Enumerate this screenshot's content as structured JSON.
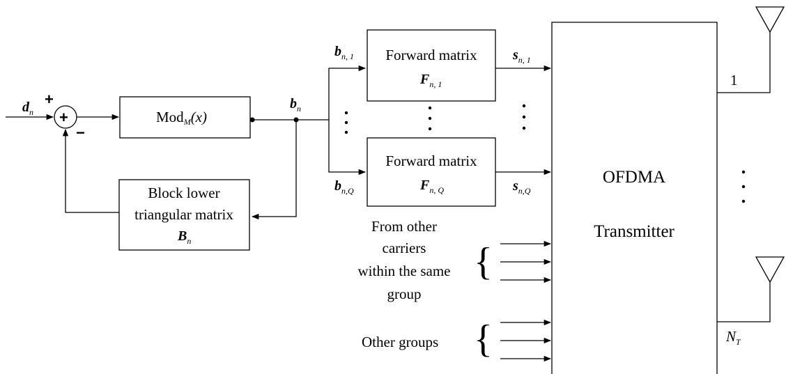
{
  "blocks": {
    "mod": "Mod",
    "mod_sub": "M",
    "mod_arg": "(x)",
    "feedback_line1": "Block lower",
    "feedback_line2": "triangular matrix",
    "feedback_sym": "B",
    "feedback_sub": "n",
    "forward1_title": "Forward matrix",
    "forward1_sym": "F",
    "forward1_sub": "n, 1",
    "forwardQ_title": "Forward matrix",
    "forwardQ_sym": "F",
    "forwardQ_sub": "n, Q",
    "ofdma_line1": "OFDMA",
    "ofdma_line2": "Transmitter"
  },
  "signals": {
    "d": "d",
    "d_sub": "n",
    "plus_top": "+",
    "sum_plus": "+",
    "sum_minus": "−",
    "b": "b",
    "b_sub": "n",
    "b1": "b",
    "b1_sub": "n, 1",
    "bQ": "b",
    "bQ_sub": "n,Q",
    "s1": "s",
    "s1_sub": "n, 1",
    "sQ": "s",
    "sQ_sub": "n,Q"
  },
  "inputs": {
    "other_carriers": [
      "From other",
      "carriers",
      "within the same",
      "group"
    ],
    "other_groups": "Other groups"
  },
  "antennas": {
    "first": "1",
    "last": "N",
    "last_sub": "T"
  },
  "icons": [
    "summing-junction-icon",
    "antenna-icon",
    "arrow-icon",
    "brace-icon",
    "vertical-ellipsis-icon"
  ]
}
